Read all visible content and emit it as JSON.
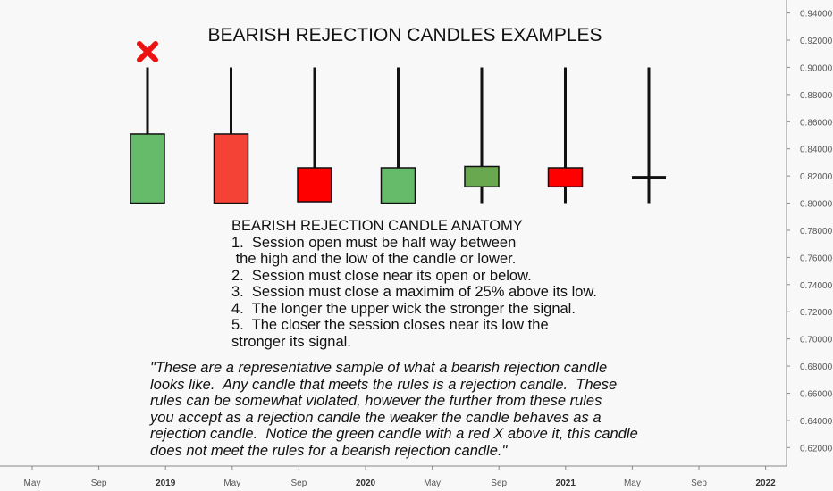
{
  "chart_data": {
    "type": "candlestick",
    "title": "BEARISH REJECTION CANDLES EXAMPLES",
    "y_axis": {
      "ticks": [
        "0.94000",
        "0.92000",
        "0.90000",
        "0.88000",
        "0.86000",
        "0.84000",
        "0.82000",
        "0.80000",
        "0.78000",
        "0.76000",
        "0.74000",
        "0.72000",
        "0.70000",
        "0.68000",
        "0.66000",
        "0.64000",
        "0.62000"
      ],
      "ylim": [
        0.6064,
        0.9496
      ],
      "position": "right"
    },
    "x_axis": {
      "ticks": [
        {
          "label": "May",
          "bold": false
        },
        {
          "label": "Sep",
          "bold": false
        },
        {
          "label": "2019",
          "bold": true
        },
        {
          "label": "May",
          "bold": false
        },
        {
          "label": "Sep",
          "bold": false
        },
        {
          "label": "2020",
          "bold": true
        },
        {
          "label": "May",
          "bold": false
        },
        {
          "label": "Sep",
          "bold": false
        },
        {
          "label": "2021",
          "bold": true
        },
        {
          "label": "May",
          "bold": false
        },
        {
          "label": "Sep",
          "bold": false
        },
        {
          "label": "2022",
          "bold": true
        }
      ]
    },
    "candles": [
      {
        "open": 0.8,
        "close": 0.851,
        "high": 0.9,
        "low": 0.8,
        "color": "#66bb6a",
        "marker": "red-x"
      },
      {
        "open": 0.851,
        "close": 0.8,
        "high": 0.9,
        "low": 0.8,
        "color": "#f44336",
        "marker": null
      },
      {
        "open": 0.826,
        "close": 0.801,
        "high": 0.9,
        "low": 0.801,
        "color": "#ff0000",
        "marker": null
      },
      {
        "open": 0.8,
        "close": 0.826,
        "high": 0.9,
        "low": 0.8,
        "color": "#66bb6a",
        "marker": null
      },
      {
        "open": 0.812,
        "close": 0.827,
        "high": 0.9,
        "low": 0.8,
        "color": "#6aa84f",
        "marker": null
      },
      {
        "open": 0.826,
        "close": 0.812,
        "high": 0.9,
        "low": 0.8,
        "color": "#ff0000",
        "marker": null
      },
      {
        "open": 0.819,
        "close": 0.819,
        "high": 0.9,
        "low": 0.8,
        "color": "#000000",
        "marker": null
      }
    ],
    "grid": false
  },
  "anatomy": {
    "heading": "BEARISH REJECTION CANDLE ANATOMY",
    "lines": [
      "1.  Session open must be half way between",
      " the high and the low of the candle or lower.",
      "2.  Session must close near its open or below.",
      "3.  Session must close a maximim of 25% above its low.",
      "4.  The longer the upper wick the stronger the signal.",
      "5.  The closer the session closes near its low the",
      "stronger its signal."
    ]
  },
  "quote": {
    "lines": [
      "\"These are a representative sample of what a bearish rejection candle",
      "looks like.  Any candle that meets the rules is a rejection candle.  These",
      "rules can be somewhat violated, however the further from these rules",
      "you accept as a rejection candle the weaker the candle behaves as a",
      "rejection candle.  Notice the green candle with a red X above it, this candle",
      "does not meet the rules for a bearish rejection candle.\""
    ]
  },
  "colors": {
    "background": "#f8f8f8",
    "axis": "#888888",
    "tick_text": "#555555",
    "marker": "#ee1111"
  }
}
